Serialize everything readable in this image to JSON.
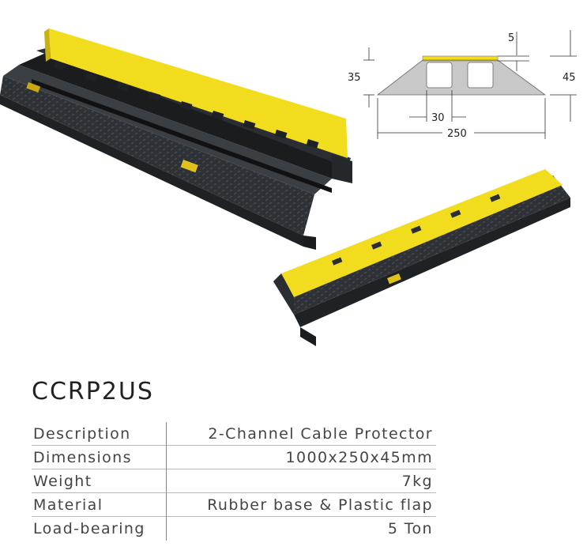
{
  "product": {
    "model": "CCRP2US"
  },
  "diagram": {
    "dim_flap": "5",
    "dim_channel_height": "35",
    "dim_total_height": "45",
    "dim_channel_width": "30",
    "dim_total_width": "250"
  },
  "specs": [
    {
      "label": "Description",
      "value": "2-Channel Cable Protector"
    },
    {
      "label": "Dimensions",
      "value": "1000x250x45mm"
    },
    {
      "label": "Weight",
      "value": "7kg"
    },
    {
      "label": "Material",
      "value": "Rubber base & Plastic flap"
    },
    {
      "label": "Load-bearing",
      "value": "5 Ton"
    }
  ],
  "colors": {
    "rubber": "#2b2f33",
    "flap": "#f2dc1e",
    "diagram_gray": "#c8c8c8"
  }
}
